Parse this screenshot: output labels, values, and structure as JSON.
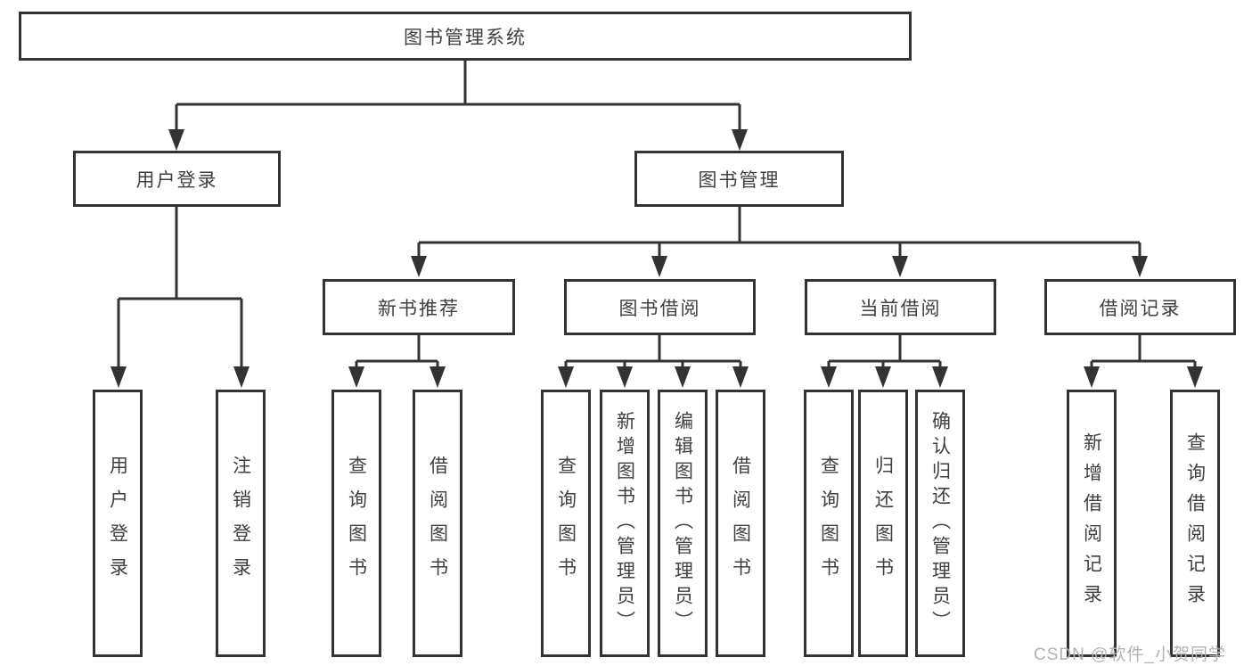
{
  "diagram": {
    "root": {
      "label": "图书管理系统"
    },
    "level2": {
      "user_login": "用户登录",
      "book_management": "图书管理"
    },
    "level3": {
      "new_book_recommend": "新书推荐",
      "book_borrow": "图书借阅",
      "current_borrow": "当前借阅",
      "borrow_records": "借阅记录"
    },
    "leaves": {
      "user_login": "用户登录",
      "logout": "注销登录",
      "rec_query_books": "查询图书",
      "rec_borrow_books": "借阅图书",
      "bb_query_books": "查询图书",
      "bb_add_books_admin": "新增图书（管理员）",
      "bb_edit_books_admin": "编辑图书（管理员）",
      "bb_borrow_books": "借阅图书",
      "cb_query_books": "查询图书",
      "cb_return_books": "归还图书",
      "cb_confirm_return_admin": "确认归还（管理员）",
      "br_add_borrow_record": "新增借阅记录",
      "br_query_borrow_record": "查询借阅记录"
    },
    "watermark": "CSDN @软件_小贺同学",
    "colors": {
      "line": "#333333",
      "box_border": "#333333",
      "text": "#404040",
      "watermark": "#b3b3b3",
      "background": "#ffffff"
    }
  }
}
